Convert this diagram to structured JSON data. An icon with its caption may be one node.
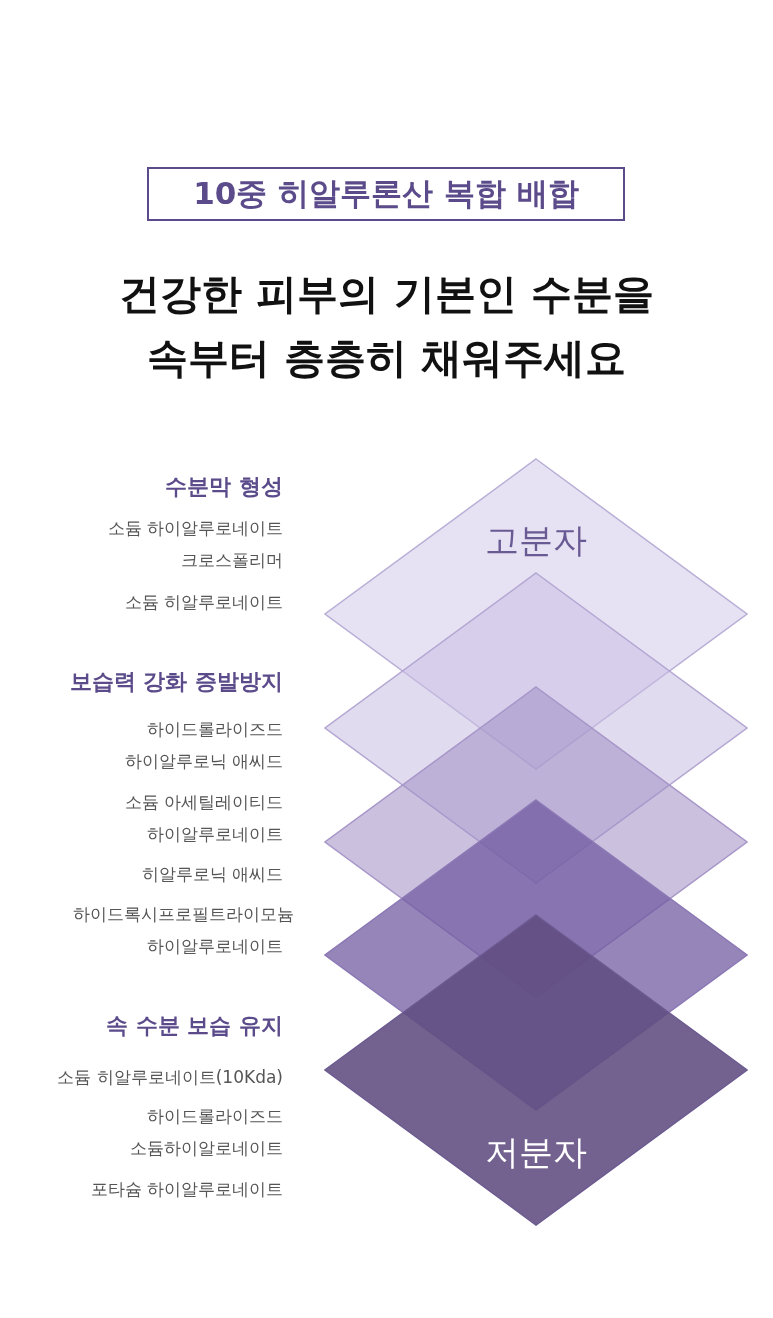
{
  "diagram": {
    "title": "건강한 피부의 기본인 수분을 속부터 층층히 채워주세요",
    "nodes": [
      {
        "text": [
          "10중 히알루론산 복합 배합"
        ]
      },
      {
        "text": [
          "고분자"
        ]
      },
      {
        "text": [],
        "shape": "diamond"
      },
      {
        "text": [],
        "shape": "diamond"
      },
      {
        "text": [],
        "shape": "diamond"
      },
      {
        "text": [
          "저분자"
        ]
      }
    ],
    "labels": [
      "수분막 형성",
      "소듐 하이알루로네이트 크로스폴리머",
      "소듐 히알루로네이트",
      "보습력 강화 증발방지",
      "하이드롤라이즈드 하이알루로닉 애씨드",
      "소듐 아세틸레이티드 하이알루로네이트",
      "히알루로닉 애씨드",
      "하이드록시프로필트라이모늄 하이알루로네이트",
      "속 수분 보습 유지",
      "소듐 히알루로네이트(10Kda)",
      "하이드롤라이즈드 소듐하이알로네이트",
      "포타슘 하이알루로네이트"
    ]
  }
}
